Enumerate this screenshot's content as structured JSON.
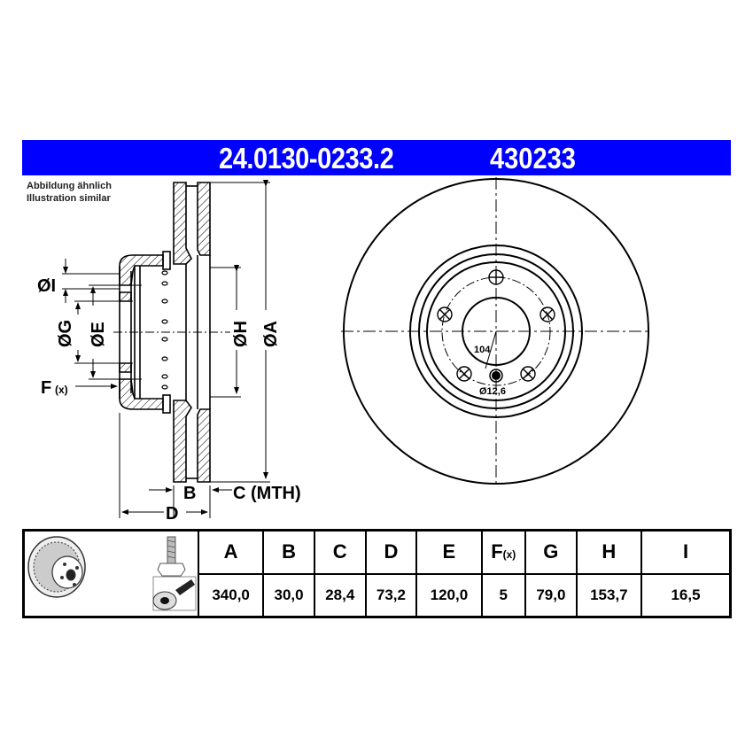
{
  "header": {
    "part_number": "24.0130-0233.2",
    "code": "430233",
    "color": "#0000ff"
  },
  "note": {
    "line1": "Abbildung ähnlich",
    "line2": "Illustration similar"
  },
  "side_view": {
    "labels": {
      "I": "ØI",
      "G": "ØG",
      "E": "ØE",
      "F": "F",
      "F_sub": "(x)",
      "H": "ØH",
      "A": "ØA",
      "B": "B",
      "C": "C (MTH)",
      "D": "D"
    }
  },
  "front_view": {
    "pcd_label": "104",
    "hole_label": "Ø12,6"
  },
  "table": {
    "headers": [
      {
        "key": "A",
        "label": "A"
      },
      {
        "key": "B",
        "label": "B"
      },
      {
        "key": "C",
        "label": "C"
      },
      {
        "key": "D",
        "label": "D"
      },
      {
        "key": "E",
        "label": "E"
      },
      {
        "key": "F",
        "label": "F",
        "sub": "(x)"
      },
      {
        "key": "G",
        "label": "G"
      },
      {
        "key": "H",
        "label": "H"
      },
      {
        "key": "I",
        "label": "I"
      }
    ],
    "values": [
      "340,0",
      "30,0",
      "28,4",
      "73,2",
      "120,0",
      "5",
      "79,0",
      "153,7",
      "16,5"
    ]
  },
  "icons": [
    "brake-disc-icon",
    "bolt-icon",
    "screw-tool-icon"
  ]
}
